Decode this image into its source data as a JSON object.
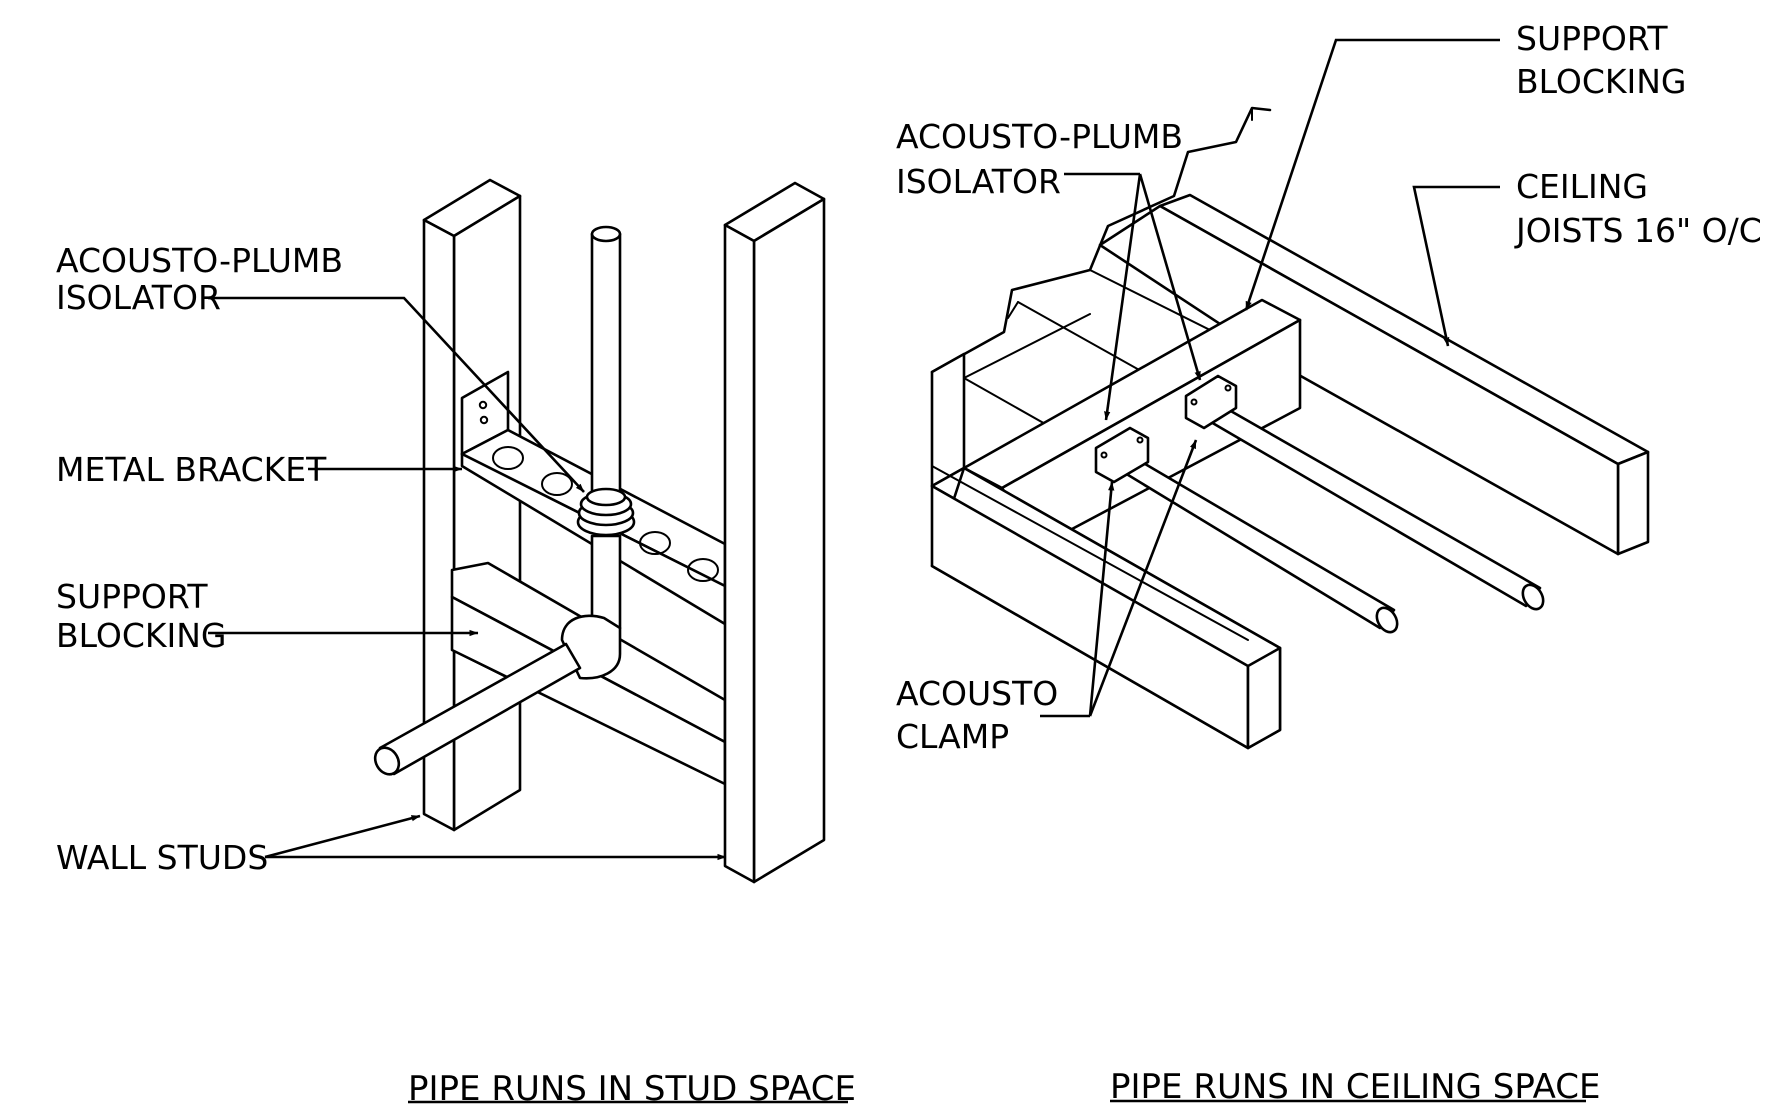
{
  "left_diagram": {
    "labels": {
      "isolator_line1": "ACOUSTO-PLUMB",
      "isolator_line2": "ISOLATOR",
      "metal_bracket": "METAL BRACKET",
      "support_blocking_line1": "SUPPORT",
      "support_blocking_line2": "BLOCKING",
      "wall_studs": "WALL STUDS"
    },
    "title": "PIPE RUNS IN STUD SPACE"
  },
  "right_diagram": {
    "labels": {
      "support_blocking_line1": "SUPPORT",
      "support_blocking_line2": "BLOCKING",
      "isolator_line1": "ACOUSTO-PLUMB",
      "isolator_line2": "ISOLATOR",
      "ceiling_joists_line1": "CEILING",
      "ceiling_joists_line2": "JOISTS 16\" O/C",
      "clamp_line1": "ACOUSTO",
      "clamp_line2": "CLAMP"
    },
    "title": "PIPE RUNS IN CEILING SPACE"
  }
}
